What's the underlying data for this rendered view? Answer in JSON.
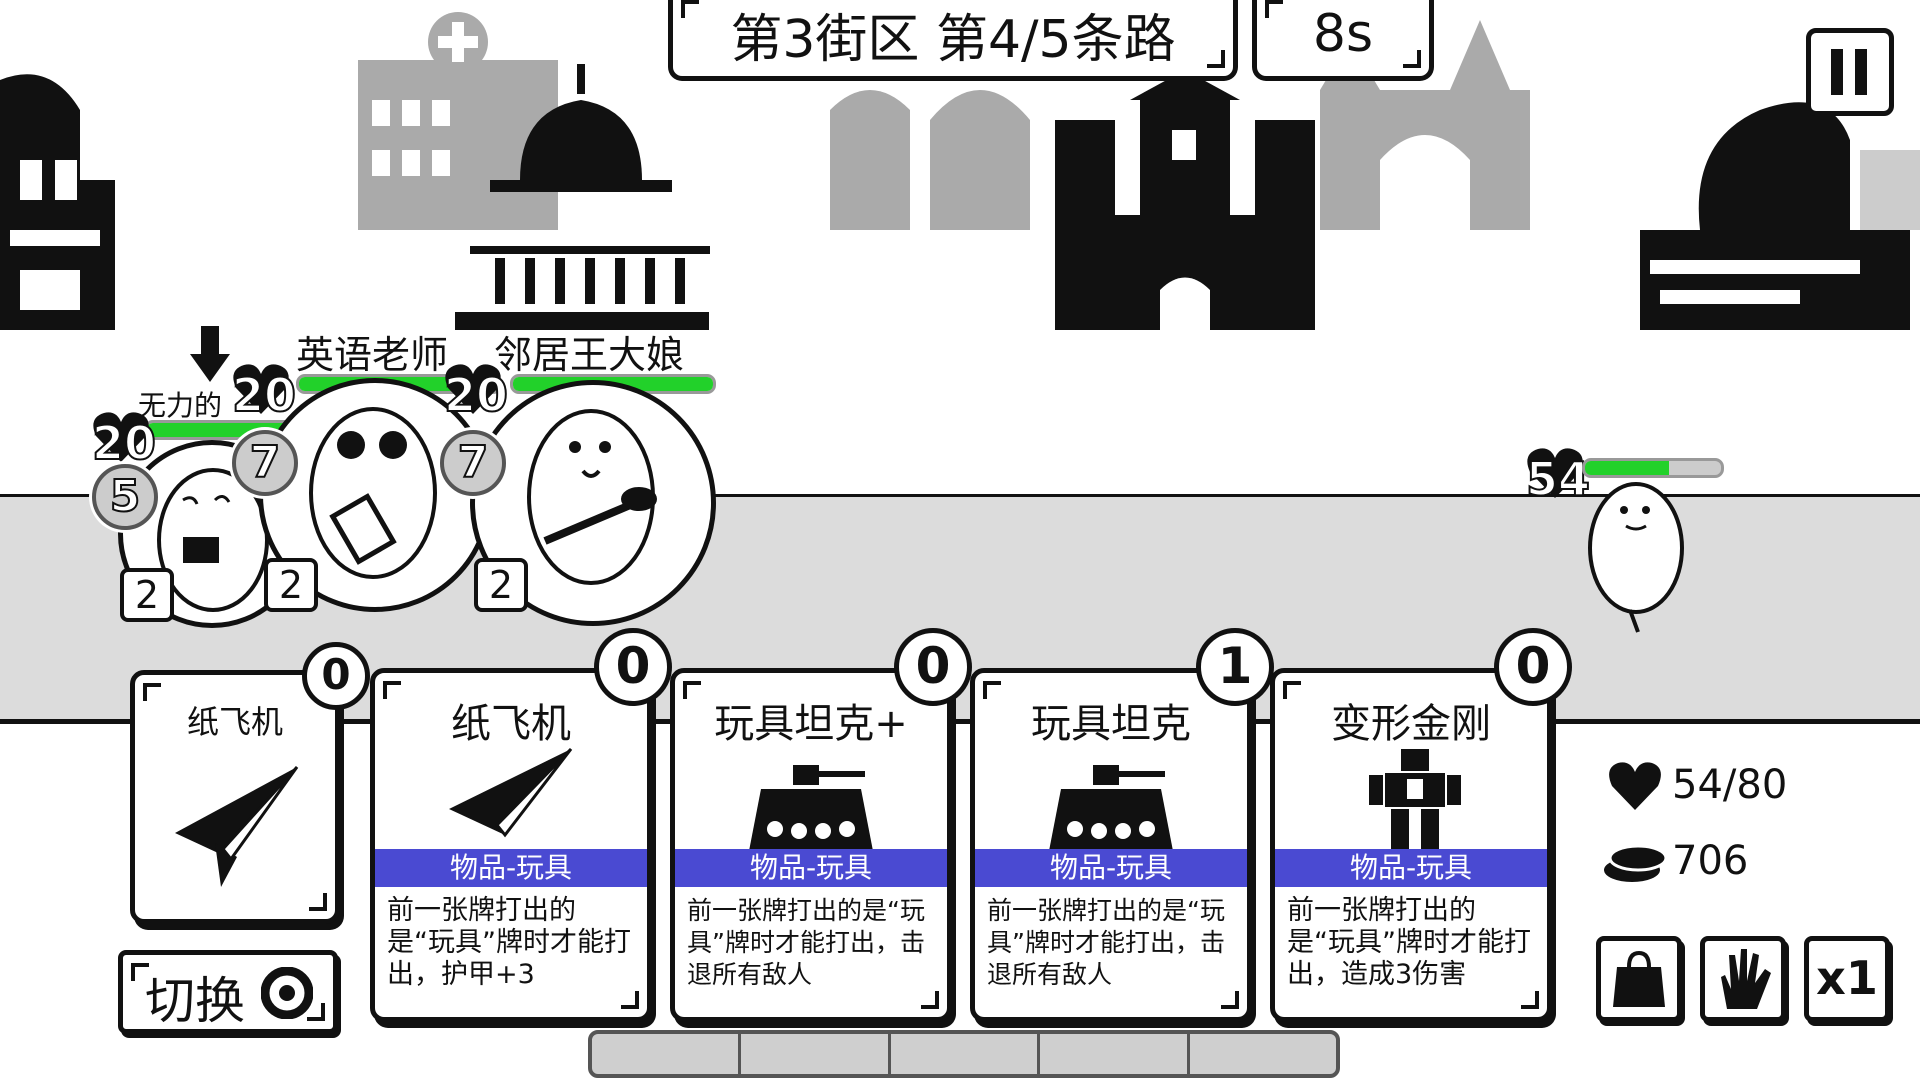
{
  "header": {
    "level_title": "第3街区 第4/5条路",
    "timer": "8s"
  },
  "pause": {
    "icon": "pause-icon"
  },
  "allies": [
    {
      "name": "无力的",
      "hp": "20",
      "attack": "5",
      "count": "2"
    },
    {
      "name": "英语老师",
      "hp": "20",
      "attack": "7",
      "count": "2"
    },
    {
      "name": "邻居王大娘",
      "hp": "20",
      "attack": "7",
      "count": "2"
    }
  ],
  "enemy": {
    "hp": "54",
    "hp_fraction": 0.62
  },
  "cards": [
    {
      "title": "纸飞机",
      "cost": "0",
      "type": "",
      "desc": ""
    },
    {
      "title": "纸飞机",
      "cost": "0",
      "type": "物品-玩具",
      "desc": "前一张牌打出的是“玩具”牌时才能打出，护甲+3"
    },
    {
      "title": "玩具坦克+",
      "cost": "0",
      "type": "物品-玩具",
      "desc": "前一张牌打出的是“玩具”牌时才能打出，击退所有敌人"
    },
    {
      "title": "玩具坦克",
      "cost": "1",
      "type": "物品-玩具",
      "desc": "前一张牌打出的是“玩具”牌时才能打出，击退所有敌人"
    },
    {
      "title": "变形金刚",
      "cost": "0",
      "type": "物品-玩具",
      "desc": "前一张牌打出的是“玩具”牌时才能打出，造成3伤害"
    }
  ],
  "stats": {
    "hp": "54/80",
    "coins": "706"
  },
  "switch_button": {
    "label": "切换"
  },
  "speed": "x1",
  "colors": {
    "hp_green": "#22d12a",
    "card_type_band": "#4a4ad2"
  }
}
